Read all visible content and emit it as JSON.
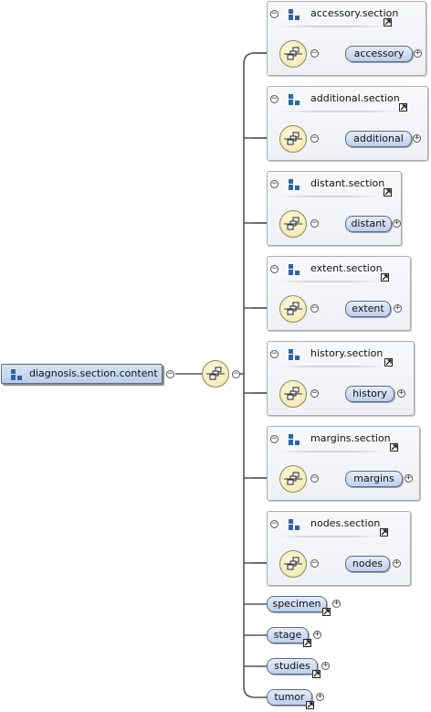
{
  "root": {
    "label": "diagnosis.section.content"
  },
  "groups": [
    {
      "title": "accessory.section",
      "element": "accessory"
    },
    {
      "title": "additional.section",
      "element": "additional"
    },
    {
      "title": "distant.section",
      "element": "distant"
    },
    {
      "title": "extent.section",
      "element": "extent"
    },
    {
      "title": "history.section",
      "element": "history"
    },
    {
      "title": "margins.section",
      "element": "margins"
    },
    {
      "title": "nodes.section",
      "element": "nodes"
    }
  ],
  "elements": [
    {
      "label": "specimen"
    },
    {
      "label": "stage"
    },
    {
      "label": "studies"
    },
    {
      "label": "tumor"
    }
  ],
  "icons": {
    "type": "complex-type-icon",
    "sequence": "sequence-compositor-icon",
    "collapse": "collapse-toggle-icon",
    "expand": "expand-toggle-icon",
    "reference": "reference-arrow-icon"
  },
  "symbols": {
    "collapse": "−",
    "expand": "+"
  },
  "colors": {
    "type_icon": "#2d64a8",
    "element_fill": "#c9daf1",
    "sequence_fill": "#f5ecbd",
    "group_border": "#a9acb3"
  }
}
